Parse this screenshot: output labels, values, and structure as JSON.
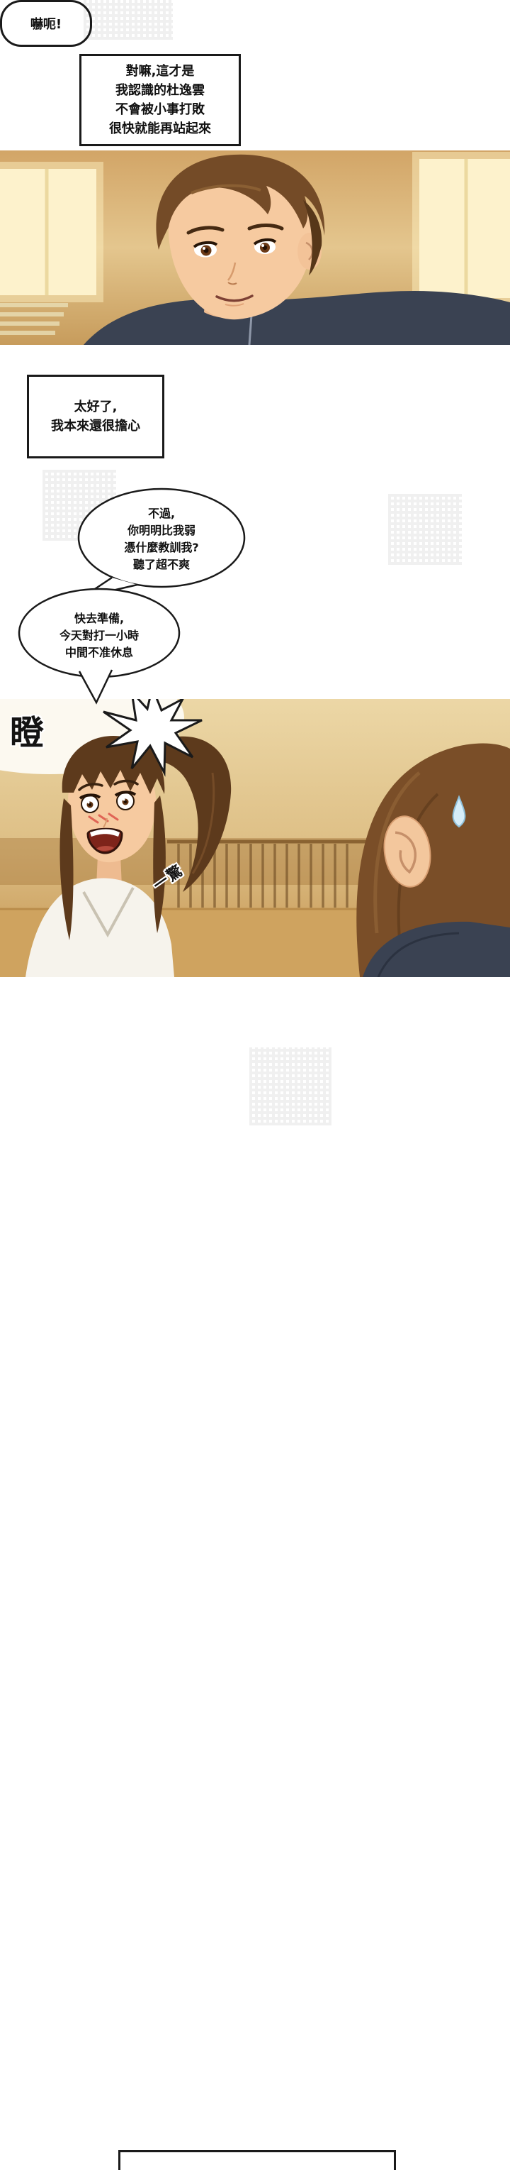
{
  "comic": {
    "narration1": {
      "lines": [
        "對嘛,這才是",
        "我認識的杜逸雲",
        "不會被小事打敗",
        "很快就能再站起來"
      ]
    },
    "narration2": {
      "lines": [
        "太好了,",
        "我本來還很擔心"
      ]
    },
    "speech1": {
      "lines": [
        "不過,",
        "你明明比我弱",
        "憑什麼教訓我?",
        "聽了超不爽"
      ]
    },
    "speech2": {
      "lines": [
        "快去準備,",
        "今天對打一小時",
        "中間不准休息"
      ]
    },
    "speech3": {
      "lines": [
        "嚇呃!"
      ]
    },
    "sfx": {
      "glare": "瞪",
      "startle": "一驚"
    },
    "colors": {
      "wall": "#e4c68e",
      "window_glow": "#fdf2cc",
      "man_hair": "#744b27",
      "woman_hair": "#5d3a1c",
      "skin": "#f6caa0",
      "jacket": "#3a4252",
      "gi": "#f6f3ec",
      "mouth": "#7e241a",
      "outline": "#1a1a1a"
    }
  }
}
